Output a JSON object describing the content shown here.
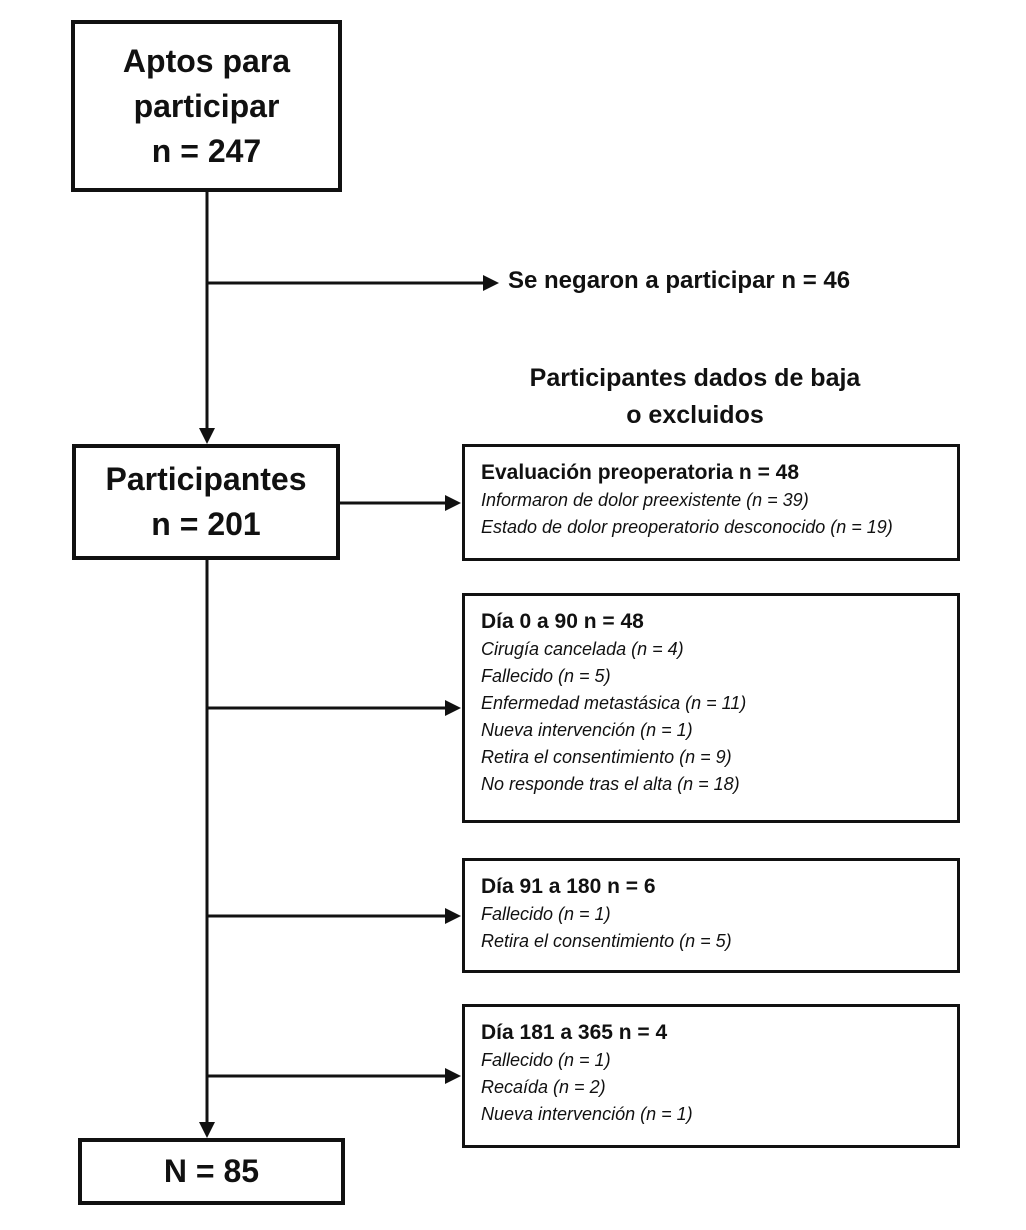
{
  "flow": {
    "colors": {
      "ink": "#111111",
      "background": "#ffffff"
    },
    "top_box": {
      "lines": [
        "Aptos para",
        "participar",
        "n = 247"
      ]
    },
    "refused_label": "Se negaron a participar n = 46",
    "exclusion_heading": {
      "lines": [
        "Participantes dados de baja",
        "o excluidos"
      ]
    },
    "participants_box": {
      "lines": [
        "Participantes",
        "n = 201"
      ]
    },
    "final_box": {
      "label": "N = 85"
    },
    "exclusion_boxes": [
      {
        "title": "Evaluación preoperatoria n = 48",
        "items": [
          "Informaron de dolor preexistente (n = 39)",
          "Estado de dolor preoperatorio desconocido (n = 19)"
        ]
      },
      {
        "title": "Día 0 a 90 n = 48",
        "items": [
          "Cirugía cancelada (n = 4)",
          "Fallecido (n = 5)",
          "Enfermedad metastásica (n = 11)",
          "Nueva intervención (n = 1)",
          "Retira el consentimiento (n = 9)",
          "No responde tras el alta (n = 18)"
        ]
      },
      {
        "title": "Día 91 a 180 n = 6",
        "items": [
          "Fallecido (n = 1)",
          "Retira el consentimiento (n = 5)"
        ]
      },
      {
        "title": "Día 181 a 365 n = 4",
        "items": [
          "Fallecido (n = 1)",
          "Recaída (n = 2)",
          "Nueva intervención (n = 1)"
        ]
      }
    ]
  }
}
